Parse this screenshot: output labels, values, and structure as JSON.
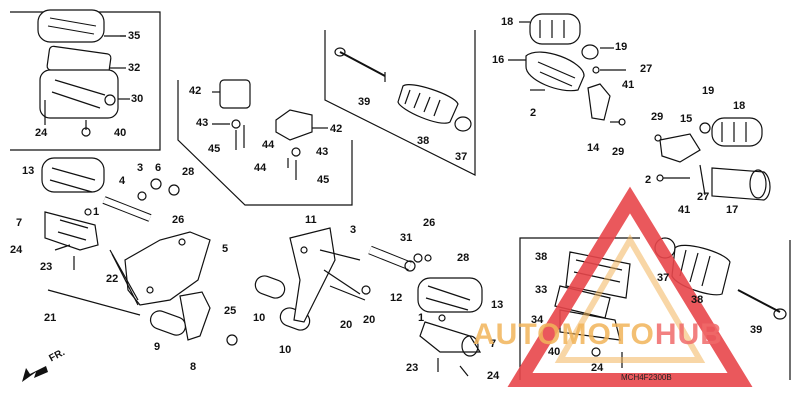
{
  "diagram": {
    "code": "MCH4F2300B",
    "front_label": "FR.",
    "callouts": [
      {
        "id": "c35",
        "text": "35"
      },
      {
        "id": "c32",
        "text": "32"
      },
      {
        "id": "c30",
        "text": "30"
      },
      {
        "id": "c24a",
        "text": "24"
      },
      {
        "id": "c40a",
        "text": "40"
      },
      {
        "id": "c42a",
        "text": "42"
      },
      {
        "id": "c43a",
        "text": "43"
      },
      {
        "id": "c45a",
        "text": "45"
      },
      {
        "id": "c44a",
        "text": "44"
      },
      {
        "id": "c42b",
        "text": "42"
      },
      {
        "id": "c43b",
        "text": "43"
      },
      {
        "id": "c44b",
        "text": "44"
      },
      {
        "id": "c45b",
        "text": "45"
      },
      {
        "id": "c39a",
        "text": "39"
      },
      {
        "id": "c38a",
        "text": "38"
      },
      {
        "id": "c37a",
        "text": "37"
      },
      {
        "id": "c18a",
        "text": "18"
      },
      {
        "id": "c19a",
        "text": "19"
      },
      {
        "id": "c16",
        "text": "16"
      },
      {
        "id": "c27a",
        "text": "27"
      },
      {
        "id": "c41a",
        "text": "41"
      },
      {
        "id": "c2a",
        "text": "2"
      },
      {
        "id": "c14",
        "text": "14"
      },
      {
        "id": "c29a",
        "text": "29"
      },
      {
        "id": "c15",
        "text": "15"
      },
      {
        "id": "c29b",
        "text": "29"
      },
      {
        "id": "c19b",
        "text": "19"
      },
      {
        "id": "c18b",
        "text": "18"
      },
      {
        "id": "c2b",
        "text": "2"
      },
      {
        "id": "c41b",
        "text": "41"
      },
      {
        "id": "c27b",
        "text": "27"
      },
      {
        "id": "c17",
        "text": "17"
      },
      {
        "id": "c13a",
        "text": "13"
      },
      {
        "id": "c3a",
        "text": "3"
      },
      {
        "id": "c4",
        "text": "4"
      },
      {
        "id": "c6",
        "text": "6"
      },
      {
        "id": "c28a",
        "text": "28"
      },
      {
        "id": "c26a",
        "text": "26"
      },
      {
        "id": "c1a",
        "text": "1"
      },
      {
        "id": "c7a",
        "text": "7"
      },
      {
        "id": "c24b",
        "text": "24"
      },
      {
        "id": "c23a",
        "text": "23"
      },
      {
        "id": "c22",
        "text": "22"
      },
      {
        "id": "c5",
        "text": "5"
      },
      {
        "id": "c21",
        "text": "21"
      },
      {
        "id": "c9",
        "text": "9"
      },
      {
        "id": "c8",
        "text": "8"
      },
      {
        "id": "c25",
        "text": "25"
      },
      {
        "id": "c10a",
        "text": "10"
      },
      {
        "id": "c10b",
        "text": "10"
      },
      {
        "id": "c11",
        "text": "11"
      },
      {
        "id": "c3b",
        "text": "3"
      },
      {
        "id": "c26b",
        "text": "26"
      },
      {
        "id": "c31",
        "text": "31"
      },
      {
        "id": "c28b",
        "text": "28"
      },
      {
        "id": "c12",
        "text": "12"
      },
      {
        "id": "c20a",
        "text": "20"
      },
      {
        "id": "c20b",
        "text": "20"
      },
      {
        "id": "c13b",
        "text": "13"
      },
      {
        "id": "c1b",
        "text": "1"
      },
      {
        "id": "c7b",
        "text": "7"
      },
      {
        "id": "c23b",
        "text": "23"
      },
      {
        "id": "c24c",
        "text": "24"
      },
      {
        "id": "c38b",
        "text": "38"
      },
      {
        "id": "c33",
        "text": "33"
      },
      {
        "id": "c34",
        "text": "34"
      },
      {
        "id": "c40b",
        "text": "40"
      },
      {
        "id": "c24d",
        "text": "24"
      },
      {
        "id": "c37b",
        "text": "37"
      },
      {
        "id": "c38c",
        "text": "38"
      },
      {
        "id": "c39b",
        "text": "39"
      }
    ]
  },
  "watermark": {
    "part1": "AUTO",
    "part2": "MOTO",
    "part3": "HUB"
  },
  "colors": {
    "line": "#111111",
    "watermark_triangle": "#e8464b",
    "watermark_orange": "#f2b45a"
  }
}
